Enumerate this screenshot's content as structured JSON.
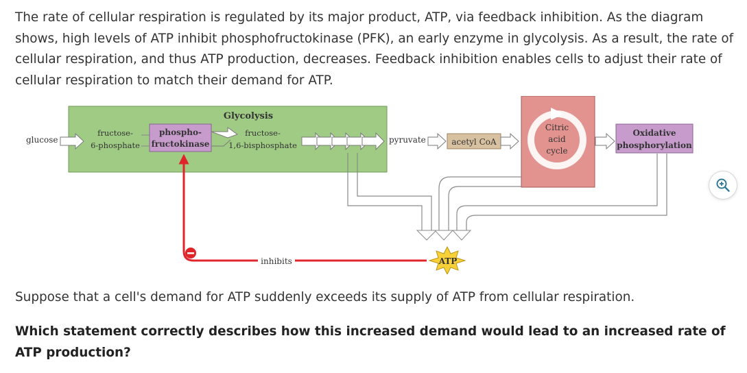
{
  "intro_text": "The rate of cellular respiration is regulated by its major product, ATP, via feedback inhibition. As the diagram shows, high levels of ATP inhibit phosphofructokinase (PFK), an early enzyme in glycolysis. As a result, the rate of cellular respiration, and thus ATP production, decreases. Feedback inhibition enables cells to adjust their rate of cellular respiration to match their demand for ATP.",
  "diagram": {
    "glycolysis_title": "Glycolysis",
    "glucose": "glucose",
    "f6p_line1": "fructose-",
    "f6p_line2": "6-phosphate",
    "pfk_line1": "phospho-",
    "pfk_line2": "fructokinase",
    "f16bp_line1": "fructose-",
    "f16bp_line2": "1,6-bisphosphate",
    "pyruvate": "pyruvate",
    "acetyl_coa": "acetyl CoA",
    "citric_line1": "Citric",
    "citric_line2": "acid",
    "citric_line3": "cycle",
    "oxphos_line1": "Oxidative",
    "oxphos_line2": "phosphorylation",
    "inhibits": "inhibits",
    "atp": "ATP",
    "colors": {
      "glycolysis_box": "#9fcb84",
      "pfk_box": "#c79ccc",
      "citric_box": "#e3938f",
      "acetyl_box": "#d7c1a0",
      "oxphos_box": "#c79ccc",
      "inhibit_line": "#e0242c",
      "atp_burst": "#f7d03a"
    }
  },
  "zoom_icon": "zoom-in-icon",
  "question_text": "Suppose that a cell's demand for ATP suddenly exceeds its supply of ATP from cellular respiration.",
  "question_bold": "Which statement correctly describes how this increased demand would lead to an increased rate of ATP production?"
}
